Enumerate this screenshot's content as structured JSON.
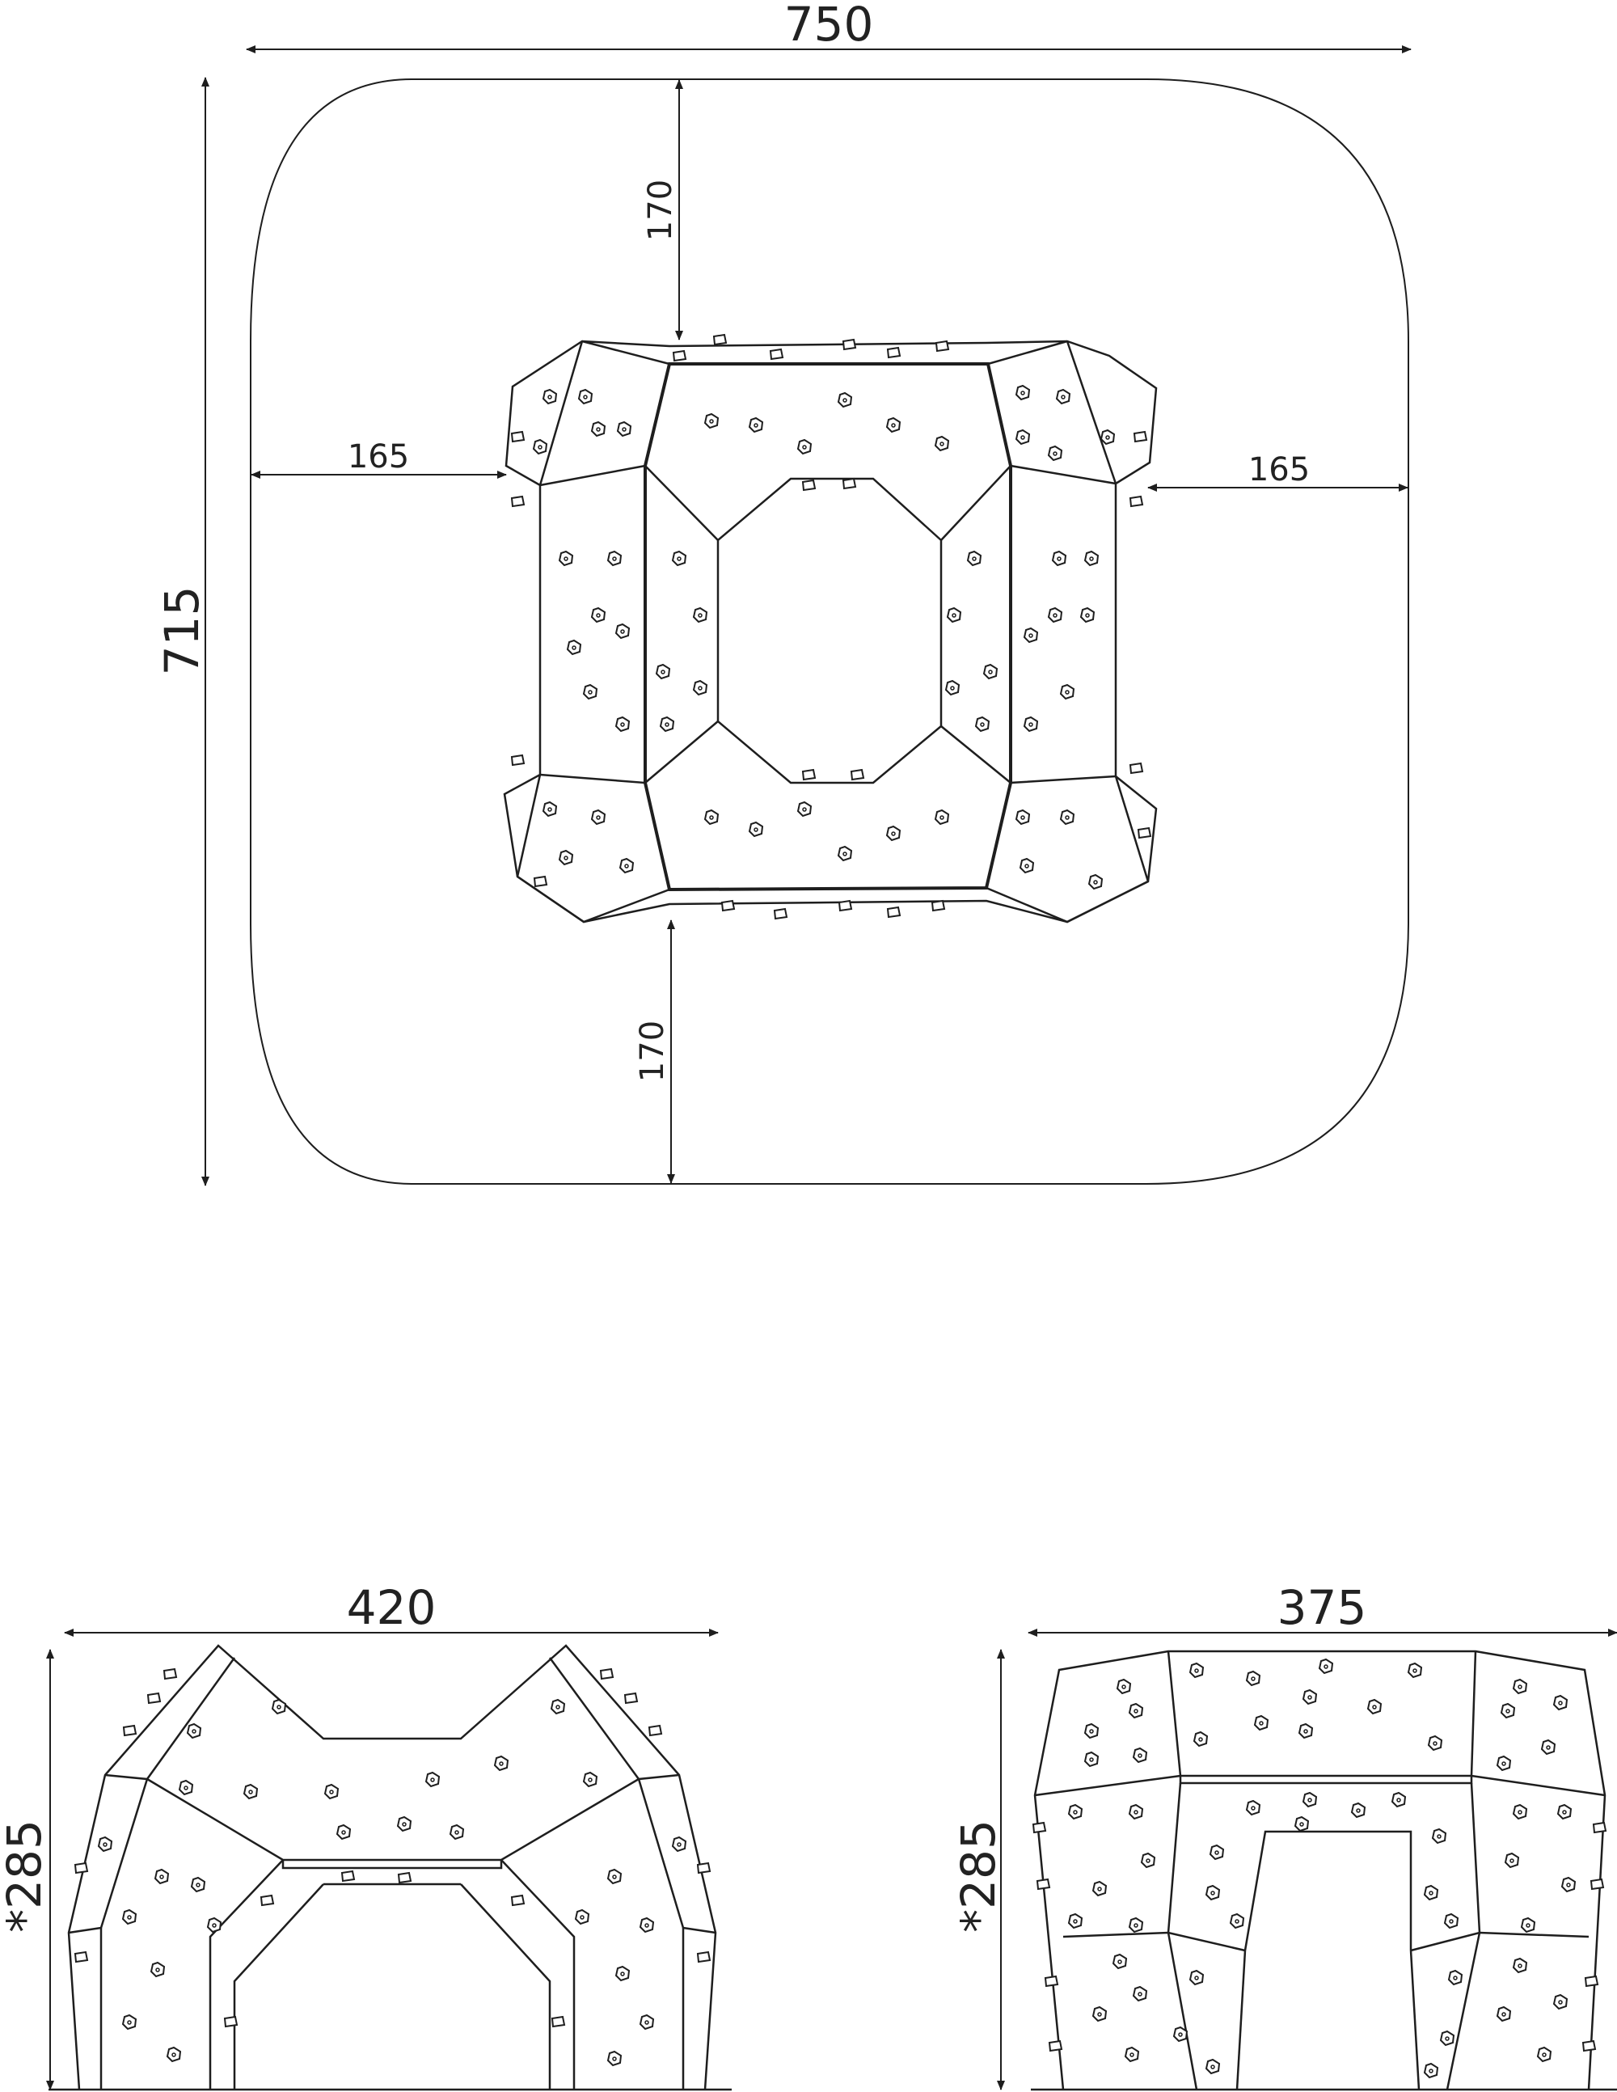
{
  "plan_view": {
    "overall_width": "750",
    "overall_depth": "715",
    "clearance_top": "170",
    "clearance_bottom": "170",
    "clearance_left": "165",
    "clearance_right": "165"
  },
  "front_view": {
    "width": "420",
    "height": "*285"
  },
  "side_view": {
    "width": "375",
    "height": "*285"
  },
  "colors": {
    "line": "#1e1e1e",
    "background": "#ffffff"
  }
}
